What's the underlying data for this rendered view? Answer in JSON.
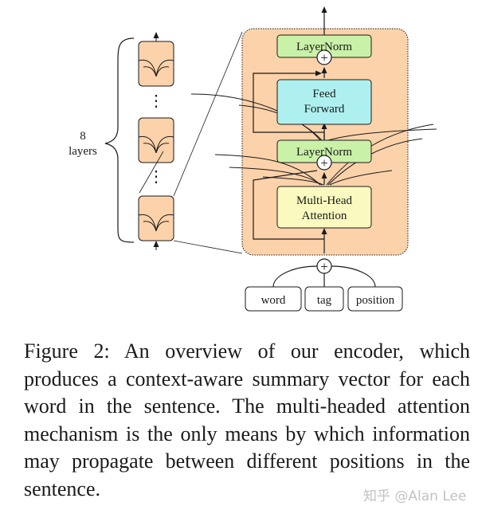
{
  "diagram": {
    "layer_count_label": "8",
    "layers_word": "layers",
    "dots_glyph": "⋮",
    "blocks": {
      "layernorm_top": "LayerNorm",
      "feed_forward_line1": "Feed",
      "feed_forward_line2": "Forward",
      "layernorm_mid": "LayerNorm",
      "attention_line1": "Multi-Head",
      "attention_line2": "Attention"
    },
    "inputs": [
      "word",
      "tag",
      "position"
    ],
    "plus_glyph": "+"
  },
  "caption": "Figure 2: An overview of our encoder, which produces a context-aware summary vector for each word in the sentence. The multi-headed attention mechanism is the only means by which information may propagate between different positions in the sentence.",
  "watermark": "知乎 @Alan Lee",
  "colors": {
    "layer_fill": "#fcd2aa",
    "layernorm_fill": "#c9f1a8",
    "feed_forward_fill": "#aef0f0",
    "attention_fill": "#fafac0",
    "stroke": "#1a1a1a"
  }
}
